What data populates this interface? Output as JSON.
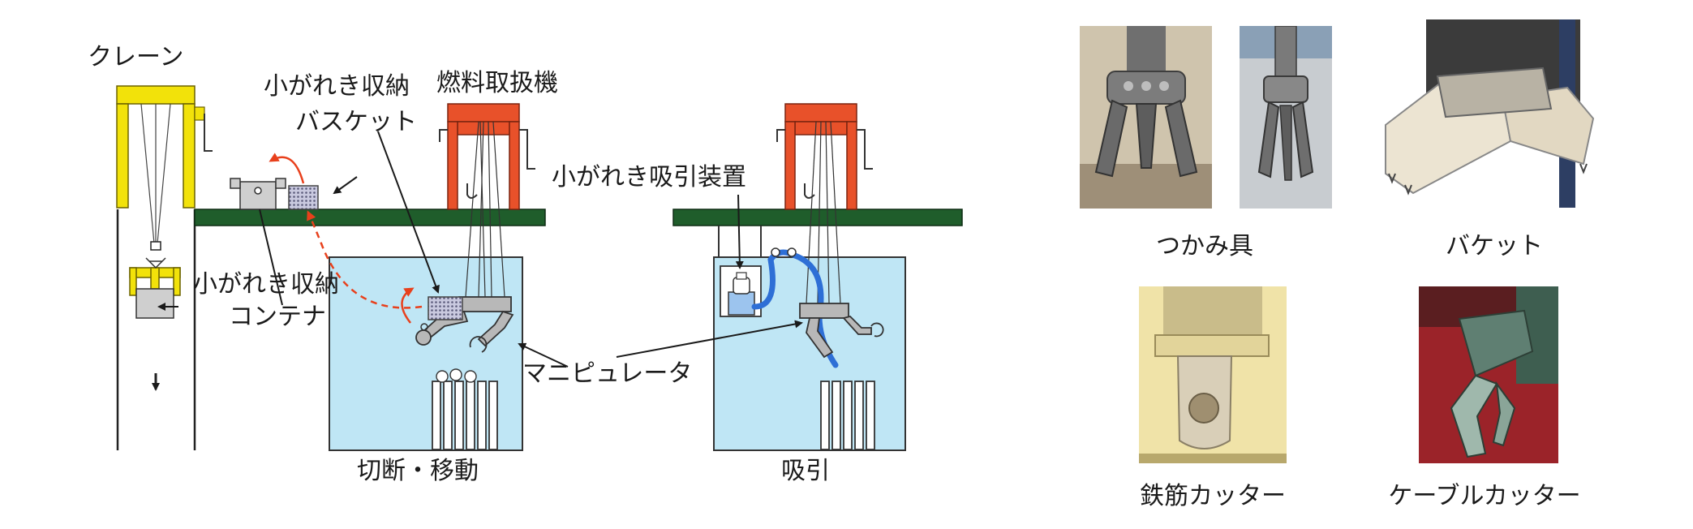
{
  "diagram": {
    "labels": {
      "crane": "クレーン",
      "basket_line1": "小がれき収納",
      "basket_line2": "バスケット",
      "fuel_handler": "燃料取扱機",
      "suction_device": "小がれき吸引装置",
      "container_line1": "小がれき収納",
      "container_line2": "コンテナ",
      "manipulator": "マニピュレータ",
      "cut_move": "切断・移動",
      "suction": "吸引"
    },
    "colors": {
      "crane": "#f2e20a",
      "fuel_handler": "#e8512a",
      "floor": "#1f5d2b",
      "pool": "#bfe6f5",
      "hose": "#2e6fd6",
      "dashed_arrow": "#e8401c",
      "tool_gray": "#a8a8a8"
    }
  },
  "tools": [
    {
      "label": "つかみ具"
    },
    {
      "label": "バケット"
    },
    {
      "label": "鉄筋カッター"
    },
    {
      "label": "ケーブルカッター"
    }
  ]
}
